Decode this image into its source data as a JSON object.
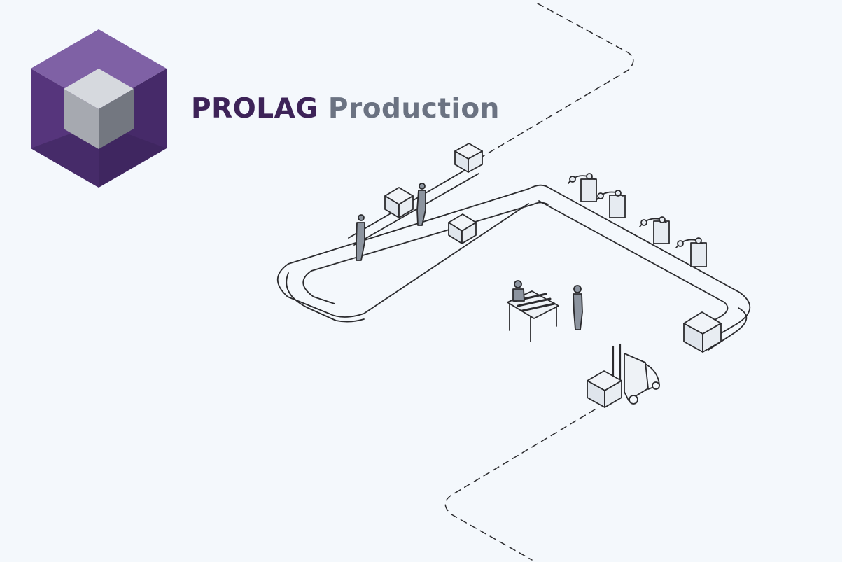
{
  "logo": {
    "icon": "cube-in-hexagon",
    "colors": {
      "hex_top": "#7f61a5",
      "hex_left": "#56357c",
      "hex_right": "#462a69",
      "hex_bottom": "#3a2259",
      "cube_top": "#d6d9de",
      "cube_left": "#a6a9b0",
      "cube_right": "#737780"
    }
  },
  "brand": {
    "name": "PROLAG",
    "product": "Production",
    "brand_color": "#3d2358",
    "product_color": "#6b7382"
  },
  "illustration": {
    "subject": "production-line",
    "line_color": "#2b2b2e",
    "box_top_color": "#f1f4f8",
    "box_side_color": "#dfe5ec",
    "worker_color": "#8c949f"
  }
}
